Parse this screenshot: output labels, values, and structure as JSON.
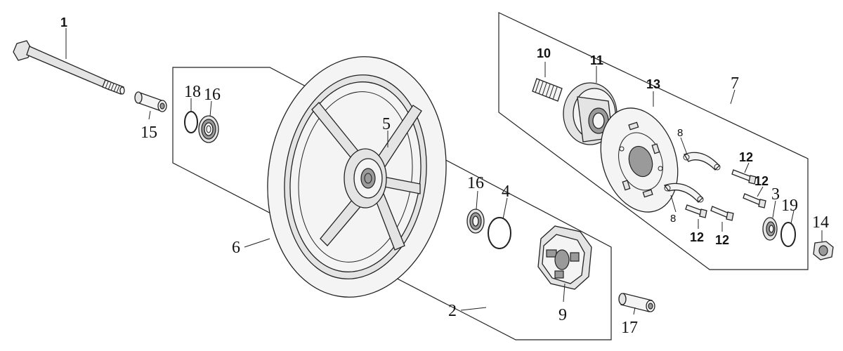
{
  "callouts": {
    "c1": "1",
    "c2": "2",
    "c3": "3",
    "c4": "4",
    "c5": "5",
    "c6": "6",
    "c7": "7",
    "c8_top": "8",
    "c8_bottom": "8",
    "c9": "9",
    "c10": "10",
    "c11": "11",
    "c12_a": "12",
    "c12_b": "12",
    "c12_c": "12",
    "c12_d": "12",
    "c13": "13",
    "c14": "14",
    "c15": "15",
    "c16_left": "16",
    "c16_right": "16",
    "c17": "17",
    "c18": "18",
    "c19": "19"
  }
}
